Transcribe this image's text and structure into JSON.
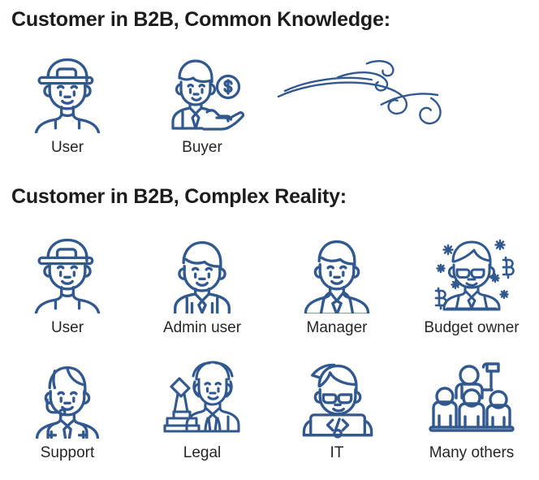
{
  "page": {
    "background_color": "#ffffff",
    "icon_line_color": "#31598f",
    "label_text_color": "#262626",
    "title_text_color": "#1c1c1c"
  },
  "sections": [
    {
      "id": "common-knowledge",
      "title": "Customer in B2B, Common Knowledge:",
      "rows": [
        {
          "items": [
            {
              "label": "User",
              "icon": "user-cap-avatar-icon"
            },
            {
              "label": "Buyer",
              "icon": "buyer-hand-coin-icon"
            },
            {
              "label": "",
              "icon": "wind-swirl-flourish-icon"
            }
          ]
        }
      ]
    },
    {
      "id": "complex-reality",
      "title": "Customer in B2B, Complex Reality:",
      "rows": [
        {
          "items": [
            {
              "label": "User",
              "icon": "user-cap-avatar-icon"
            },
            {
              "label": "Admin user",
              "icon": "admin-user-avatar-icon"
            },
            {
              "label": "Manager",
              "icon": "manager-suit-avatar-icon"
            },
            {
              "label": "Budget owner",
              "icon": "budget-owner-bitcoin-avatar-icon"
            }
          ]
        },
        {
          "items": [
            {
              "label": "Support",
              "icon": "support-headset-avatar-icon"
            },
            {
              "label": "Legal",
              "icon": "legal-gavel-judge-icon"
            },
            {
              "label": "IT",
              "icon": "it-developer-laptop-icon"
            },
            {
              "label": "Many others",
              "icon": "many-others-group-flag-icon"
            }
          ]
        }
      ]
    }
  ]
}
